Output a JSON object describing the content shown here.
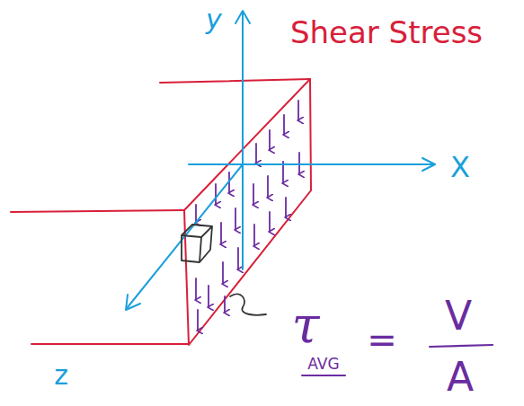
{
  "diagram": {
    "title": "Shear Stress",
    "labels": [
      "y",
      "X",
      "z",
      "τ",
      "AVG",
      "=",
      "V",
      "A"
    ]
  }
}
